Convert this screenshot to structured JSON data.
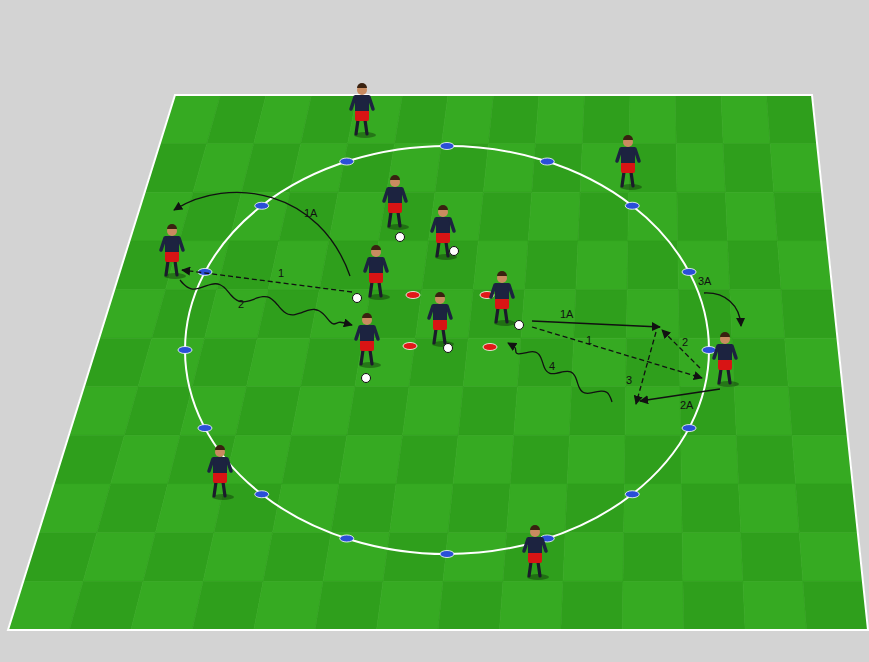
{
  "diagram": {
    "labels": [
      "1A",
      "1",
      "2",
      "1A",
      "1",
      "2",
      "3",
      "2A",
      "3A",
      "4"
    ]
  }
}
